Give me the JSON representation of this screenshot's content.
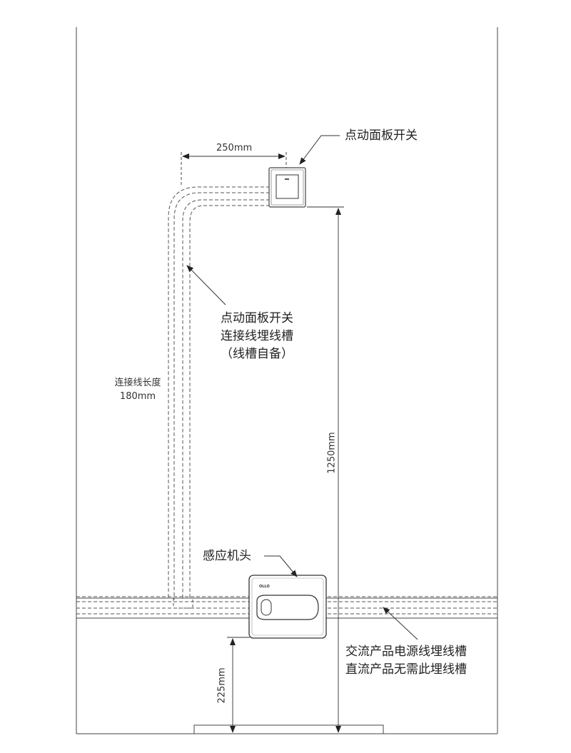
{
  "labels": {
    "switch_title": "点动面板开关",
    "conduit_line1": "点动面板开关",
    "conduit_line2": "连接线埋线槽",
    "conduit_line3": "（线槽自备）",
    "cable_length_label": "连接线长度",
    "cable_length_value": "180mm",
    "horizontal_dim": "250mm",
    "vertical_dim": "1250mm",
    "bottom_dim": "225mm",
    "sensor_label": "感应机头",
    "power_line1": "交流产品电源线埋线槽",
    "power_line2": "直流产品无需此埋线槽",
    "brand_mark": "OLLO"
  },
  "icons": {
    "switch_panel": "push-button-panel-icon",
    "sensor_head": "urinal-sensor-head-icon",
    "arrow": "leader-arrow-icon"
  },
  "colors": {
    "line": "#333333",
    "dash": "#555555",
    "background": "#ffffff"
  }
}
